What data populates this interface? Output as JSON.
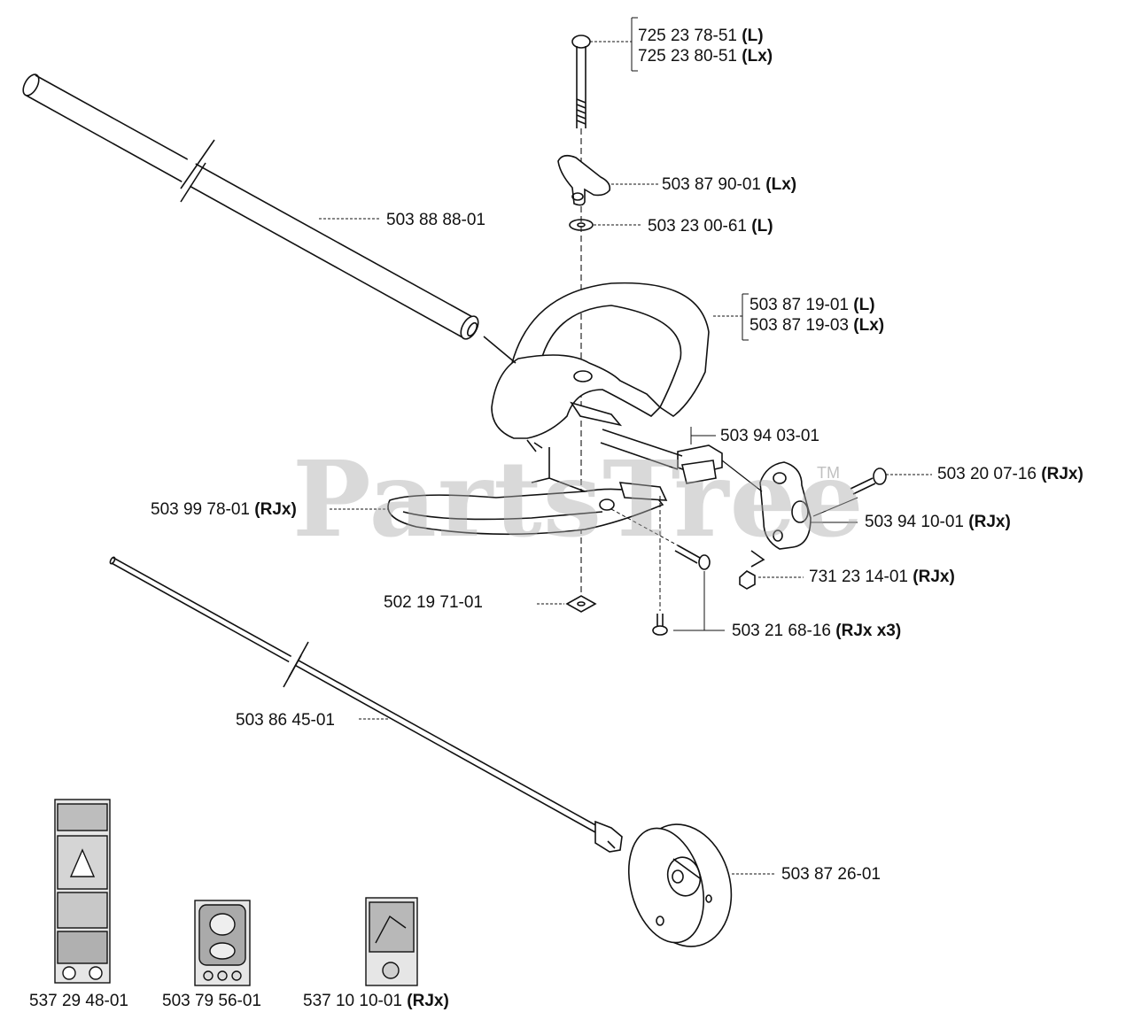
{
  "watermark": {
    "text": "PartsTree",
    "tm": "TM"
  },
  "parts": [
    {
      "id": "p1",
      "number": "725 23 78-51",
      "qualifier": "(L)"
    },
    {
      "id": "p2",
      "number": "725 23 80-51",
      "qualifier": "(Lx)"
    },
    {
      "id": "p3",
      "number": "503 87 90-01",
      "qualifier": "(Lx)"
    },
    {
      "id": "p4",
      "number": "503 23 00-61",
      "qualifier": "(L)"
    },
    {
      "id": "p5",
      "number": "503 88 88-01",
      "qualifier": ""
    },
    {
      "id": "p6",
      "number": "503 87 19-01",
      "qualifier": "(L)"
    },
    {
      "id": "p7",
      "number": "503 87 19-03",
      "qualifier": "(Lx)"
    },
    {
      "id": "p8",
      "number": "503 94 03-01",
      "qualifier": ""
    },
    {
      "id": "p9",
      "number": "503 20 07-16",
      "qualifier": "(RJx)"
    },
    {
      "id": "p10",
      "number": "503 94 10-01",
      "qualifier": "(RJx)"
    },
    {
      "id": "p11",
      "number": "503 99 78-01",
      "qualifier": "(RJx)"
    },
    {
      "id": "p12",
      "number": "731 23 14-01",
      "qualifier": "(RJx)"
    },
    {
      "id": "p13",
      "number": "502 19 71-01",
      "qualifier": ""
    },
    {
      "id": "p14",
      "number": "503 21 68-16",
      "qualifier": "(RJx x3)"
    },
    {
      "id": "p15",
      "number": "503 86 45-01",
      "qualifier": ""
    },
    {
      "id": "p16",
      "number": "503 87 26-01",
      "qualifier": ""
    },
    {
      "id": "p17",
      "number": "537 29 48-01",
      "qualifier": ""
    },
    {
      "id": "p18",
      "number": "503 79 56-01",
      "qualifier": ""
    },
    {
      "id": "p19",
      "number": "537 10 10-01",
      "qualifier": "(RJx)"
    }
  ]
}
